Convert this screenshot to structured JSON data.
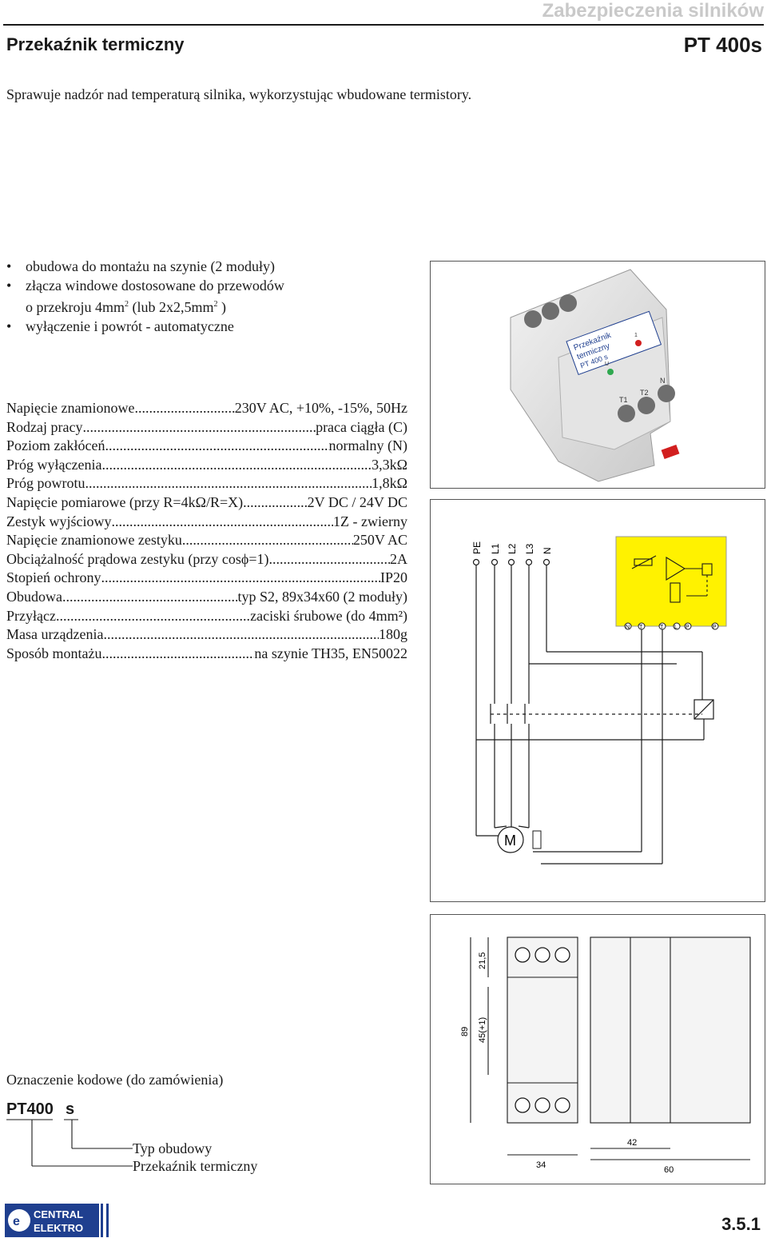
{
  "header": {
    "category": "Zabezpieczenia silników",
    "title": "Przekaźnik termiczny",
    "model": "PT 400s"
  },
  "intro": "Sprawuje nadzór nad temperaturą silnika, wykorzystując wbudowane termistory.",
  "bullets": [
    "obudowa do montażu na szynie (2 moduły)",
    "złącza windowe dostosowane  do przewodów",
    "wyłączenie i powrót - automatyczne"
  ],
  "bullet2_cont": {
    "a": "o przekroju  4mm",
    "sup1": "2",
    "b": " (lub 2x2,5mm",
    "sup2": "2",
    "c": " )"
  },
  "bullet_char": "•",
  "specs": [
    {
      "label": "Napięcie znamionowe",
      "value": "230V AC, +10%, -15%, 50Hz"
    },
    {
      "label": "Rodzaj pracy",
      "value": "praca ciągła (C)"
    },
    {
      "label": "Poziom zakłóceń",
      "value": "normalny (N)"
    },
    {
      "label": "Próg wyłączenia",
      "value": "3,3kΩ"
    },
    {
      "label": "Próg powrotu",
      "value": "1,8kΩ"
    },
    {
      "label": "Napięcie pomiarowe (przy R=4kΩ/R=X)",
      "value": "2V DC / 24V DC"
    },
    {
      "label": "Zestyk wyjściowy",
      "value": "1Z - zwierny"
    },
    {
      "label": "Napięcie znamionowe zestyku",
      "value": "250V AC"
    },
    {
      "label": "Obciążalność prądowa zestyku (przy cosϕ=1)",
      "value": "2A"
    },
    {
      "label": "Stopień ochrony",
      "value": "IP20"
    },
    {
      "label": "Obudowa",
      "value": "typ S2, 89x34x60 (2 moduły)"
    },
    {
      "label": "Przyłącz",
      "value": "zaciski śrubowe (do 4mm²)"
    },
    {
      "label": "Masa urządzenia",
      "value": "180g"
    },
    {
      "label": "Sposób montażu",
      "value": " na szynie TH35, EN50022"
    }
  ],
  "device_photo": {
    "label_line1": "Przekaźnik",
    "label_line2": "termiczny",
    "label_line3": "PT 400 s",
    "terminal_top": "1",
    "terminals_bottom": [
      "T1",
      "T2",
      "N"
    ],
    "led_label": "U"
  },
  "diagram": {
    "supply_lines": [
      "PE",
      "L1",
      "L2",
      "L3",
      "N"
    ],
    "terminals": [
      "N",
      "T",
      "T",
      "L",
      "P",
      "P"
    ],
    "motor": "M",
    "colors": {
      "module": "#fff200",
      "line": "#1a1a1a"
    }
  },
  "dimensions": {
    "height_total": "89",
    "height_front": "45(+1)",
    "top_offset": "21,5",
    "width_front": "34",
    "depth_a": "42",
    "depth_b": "60"
  },
  "ordering": {
    "title": "Oznaczenie kodowe (do zamówienia)",
    "code": "PT400",
    "suffix": "s",
    "label_type": "Typ obudowy",
    "label_name": "Przekaźnik termiczny"
  },
  "footer": {
    "logo_line1": "CENTRAL",
    "logo_line2": "ELEKTRO",
    "page": "3.5.1",
    "brand_color": "#1f3f8f"
  }
}
